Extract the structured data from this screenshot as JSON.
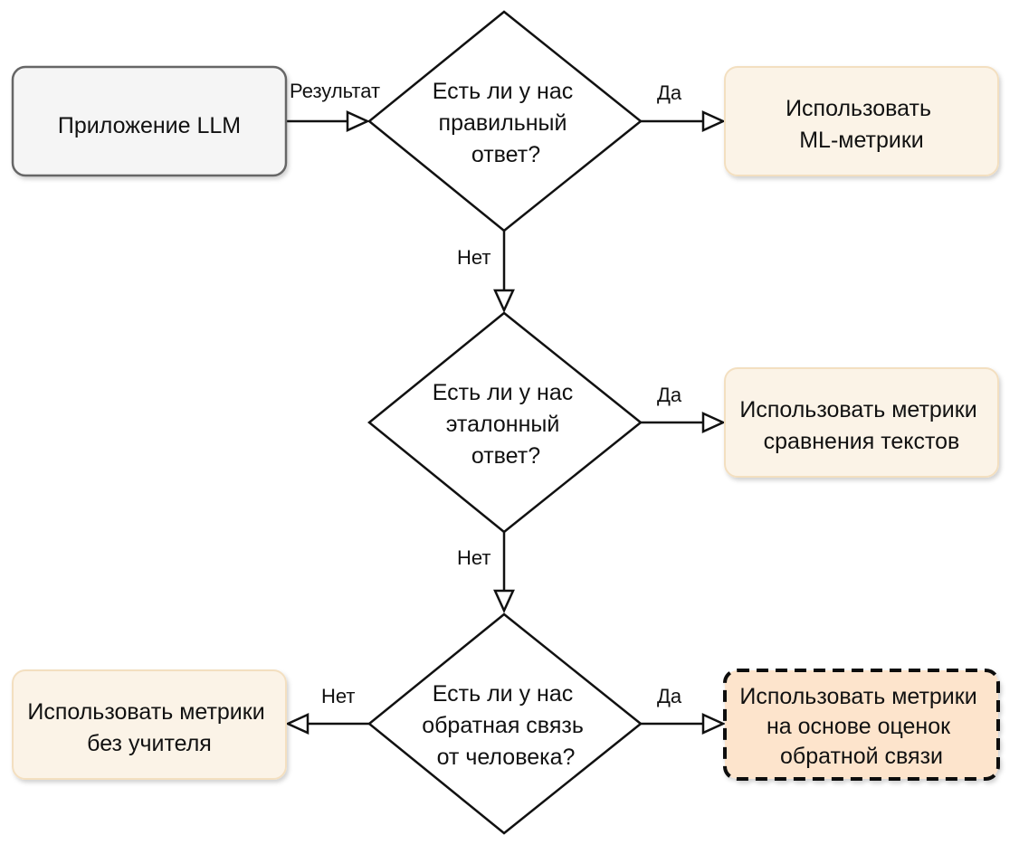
{
  "nodes": {
    "app": {
      "lines": [
        "Приложение LLM"
      ],
      "fill": "#f5f5f5",
      "stroke": "#666666"
    },
    "q1": {
      "lines": [
        "Есть ли у нас",
        "правильный",
        "ответ?"
      ]
    },
    "q2": {
      "lines": [
        "Есть ли у нас",
        "эталонный",
        "ответ?"
      ]
    },
    "q3": {
      "lines": [
        "Есть ли у нас",
        "обратная связь",
        "от человека?"
      ]
    },
    "r1": {
      "lines": [
        "Использовать",
        "ML-метрики"
      ],
      "fill": "#fbf3e7",
      "stroke": "#f3dfc0"
    },
    "r2": {
      "lines": [
        "Использовать метрики",
        "сравнения текстов"
      ],
      "fill": "#fbf3e7",
      "stroke": "#f3dfc0"
    },
    "r3": {
      "lines": [
        "Использовать метрики",
        "на основе оценок",
        "обратной связи"
      ],
      "fill": "#fde4cc",
      "stroke": "#111111"
    },
    "r4": {
      "lines": [
        "Использовать метрики",
        "без учителя"
      ],
      "fill": "#fbf3e7",
      "stroke": "#f3dfc0"
    }
  },
  "edges": {
    "app_q1": "Результат",
    "q1_r1": "Да",
    "q1_q2": "Нет",
    "q2_r2": "Да",
    "q2_q3": "Нет",
    "q3_r3": "Да",
    "q3_r4": "Нет"
  }
}
